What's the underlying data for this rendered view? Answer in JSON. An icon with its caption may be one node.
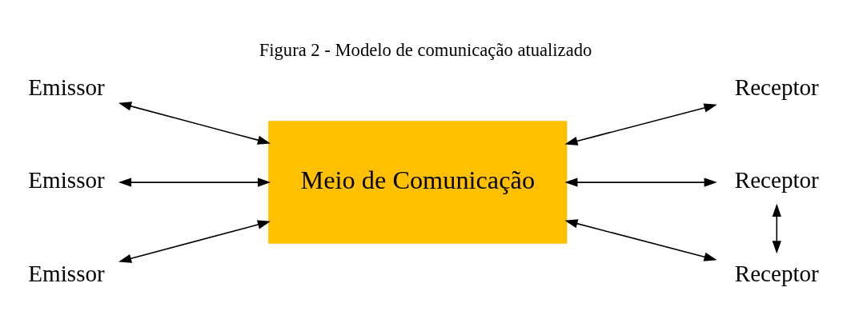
{
  "diagram": {
    "title": "Figura 2 - Modelo de comunicação atualizado",
    "nodes": [
      {
        "text": [
          "Meio de Comunicação"
        ]
      },
      {
        "text": [
          "Emissor"
        ]
      },
      {
        "text": [
          "Emissor"
        ]
      },
      {
        "text": [
          "Emissor"
        ]
      },
      {
        "text": [
          "Receptor"
        ]
      },
      {
        "text": [
          "Receptor"
        ]
      },
      {
        "text": [
          "Receptor"
        ]
      }
    ],
    "edges": [
      {
        "from": 1,
        "to": 0,
        "arrow": "both"
      },
      {
        "from": 2,
        "to": 0,
        "arrow": "both"
      },
      {
        "from": 3,
        "to": 0,
        "arrow": "both"
      },
      {
        "from": 0,
        "to": 4,
        "arrow": "both"
      },
      {
        "from": 0,
        "to": 5,
        "arrow": "both"
      },
      {
        "from": 0,
        "to": 6,
        "arrow": "both"
      },
      {
        "from": 5,
        "to": 6,
        "arrow": "both"
      }
    ]
  }
}
